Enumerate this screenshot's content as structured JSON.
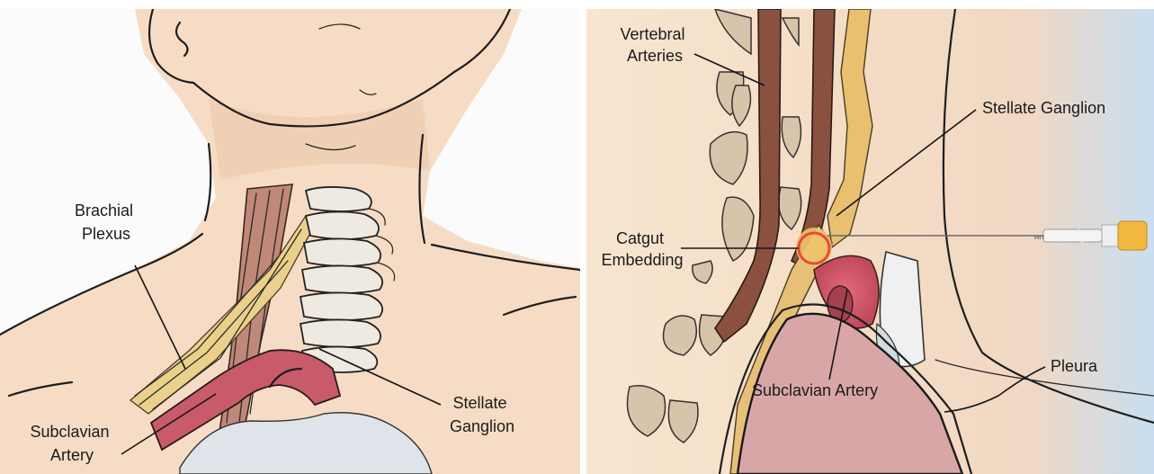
{
  "left_panel": {
    "labels": {
      "brachial_plexus": [
        "Brachial",
        "Plexus"
      ],
      "subclavian_artery": [
        "Subclavian",
        "Artery"
      ],
      "stellate_ganglion": [
        "Stellate",
        "Ganglion"
      ]
    }
  },
  "right_panel": {
    "labels": {
      "vertebral_arteries": [
        "Vertebral",
        "Arteries"
      ],
      "stellate_ganglion": "Stellate Ganglion",
      "catgut_embedding": [
        "Catgut",
        "Embedding"
      ],
      "subclavian_artery": "Subclavian Artery",
      "pleura": "Pleura",
      "syringe_marking": "ⲙⲓⲧ"
    }
  },
  "colors": {
    "skin": "#f6dcc4",
    "skin_shadow": "#efc9a8",
    "artery": "#c85a6a",
    "nerve": "#e8c070",
    "vessel_brown": "#8a5040",
    "lung": "#d9a6a8",
    "sky": "#bcd7ec",
    "highlight": "#e84a3a"
  }
}
